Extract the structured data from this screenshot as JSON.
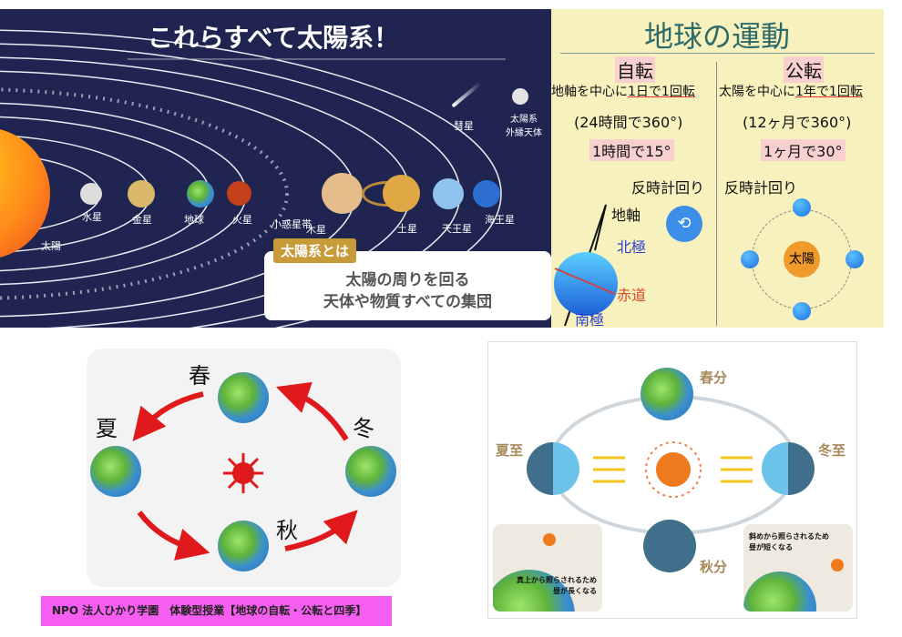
{
  "solar_system": {
    "title": "これらすべて太陽系！",
    "sun": "太陽",
    "planets": [
      "水星",
      "金星",
      "地球",
      "火星",
      "木星",
      "土星",
      "天王星",
      "海王星"
    ],
    "asteroid_belt": "小惑星帯",
    "comet": "彗星",
    "outer_bodies_line1": "太陽系",
    "outer_bodies_line2": "外縁天体",
    "tag": "太陽系とは",
    "definition_line1": "太陽の周りを回る",
    "definition_line2": "天体や物質すべての集団"
  },
  "earth_motion": {
    "title": "地球の運動",
    "rotation": {
      "heading": "自転",
      "line1_a": "地軸を中心に",
      "line1_b": "1日で1回転",
      "line2": "(24時間で360°)",
      "line3": "1時間で15°",
      "direction": "反時計回り",
      "axis": "地軸",
      "north_pole": "北極",
      "equator": "赤道",
      "south_pole": "南極"
    },
    "revolution": {
      "heading": "公転",
      "line1_a": "太陽を中心に",
      "line1_b": "1年で1回転",
      "line2": "(12ヶ月で360°)",
      "line3": "1ヶ月で30°",
      "direction": "反時計回り",
      "sun": "太陽"
    }
  },
  "seasons": {
    "spring": "春",
    "summer": "夏",
    "autumn": "秋",
    "winter": "冬",
    "caption": "NPO 法人ひかり学園　体験型授業【地球の自転・公転と四季】"
  },
  "solstices": {
    "vernal_equinox": "春分",
    "summer_solstice": "夏至",
    "winter_solstice": "冬至",
    "autumnal_equinox": "秋分",
    "summer_note_line1": "真上から照らされるため",
    "summer_note_line2": "昼が長くなる",
    "winter_note_line1": "斜めから照らされるため",
    "winter_note_line2": "昼が短くなる"
  }
}
